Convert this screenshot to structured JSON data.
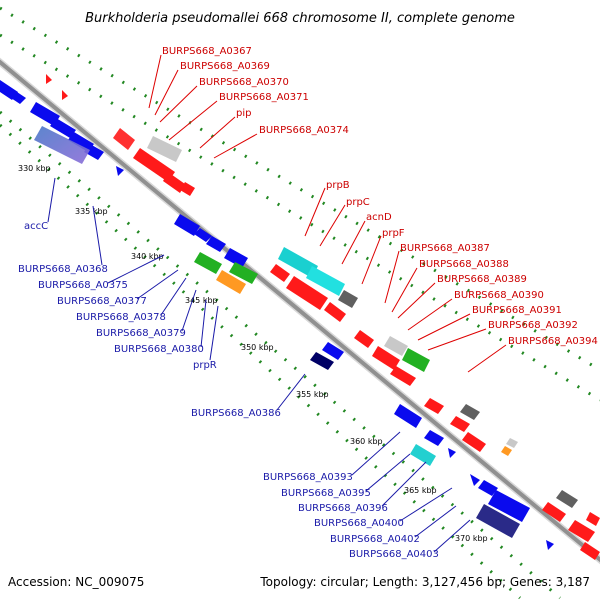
{
  "title": "Burkholderia pseudomallei 668 chromosome II, complete genome",
  "footer": {
    "accession": "Accession: NC_009075",
    "summary": "Topology: circular; Length: 3,127,456 bp; Genes: 3,187"
  },
  "ticks": [
    "330 kbp",
    "335 kbp",
    "340 kbp",
    "345 kbp",
    "350 kbp",
    "355 kbp",
    "360 kbp",
    "365 kbp",
    "370 kbp"
  ],
  "forward_labels": [
    "BURPS668_A0367",
    "BURPS668_A0369",
    "BURPS668_A0370",
    "BURPS668_A0371",
    "pip",
    "BURPS668_A0374",
    "prpB",
    "prpC",
    "acnD",
    "prpF",
    "BURPS668_A0387",
    "BURPS668_A0388",
    "BURPS668_A0389",
    "BURPS668_A0390",
    "BURPS668_A0391",
    "BURPS668_A0392",
    "BURPS668_A0394"
  ],
  "reverse_labels": [
    "accC",
    "BURPS668_A0368",
    "BURPS668_A0375",
    "BURPS668_A0377",
    "BURPS668_A0378",
    "BURPS668_A0379",
    "BURPS668_A0380",
    "prpR",
    "BURPS668_A0386",
    "BURPS668_A0393",
    "BURPS668_A0395",
    "BURPS668_A0396",
    "BURPS668_A0400",
    "BURPS668_A0402",
    "BURPS668_A0403"
  ],
  "colors": {
    "forward_gene": "#ff0000",
    "reverse_gene": "#0000ee",
    "backbone": "#909090",
    "dots": "#228822",
    "forward_label": "#cc0000",
    "reverse_label": "#1a1aa8"
  }
}
